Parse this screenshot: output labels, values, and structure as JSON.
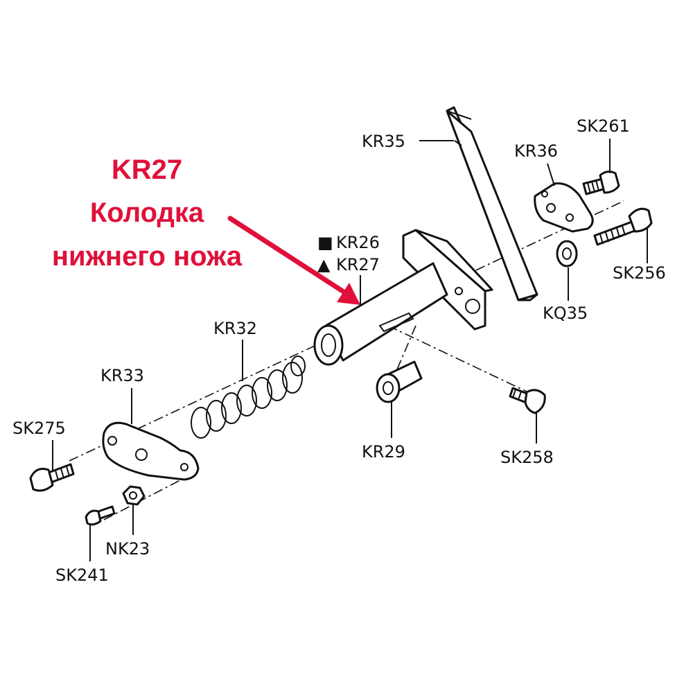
{
  "title": {
    "part_number": "KR27",
    "description_line1": "Колодка",
    "description_line2": "нижнего ножа"
  },
  "labels": {
    "kr35": "KR35",
    "kr36": "KR36",
    "sk261": "SK261",
    "sk256": "SK256",
    "kq35": "KQ35",
    "kr26": "KR26",
    "kr27": "KR27",
    "kr32": "KR32",
    "kr33": "KR33",
    "sk275": "SK275",
    "kr29": "KR29",
    "sk258": "SK258",
    "nk23": "NK23",
    "sk241": "SK241"
  },
  "markers": {
    "kr26": "■",
    "kr27": "▲"
  },
  "colors": {
    "accent": "#e0103a",
    "line": "#111111",
    "background": "#ffffff"
  }
}
